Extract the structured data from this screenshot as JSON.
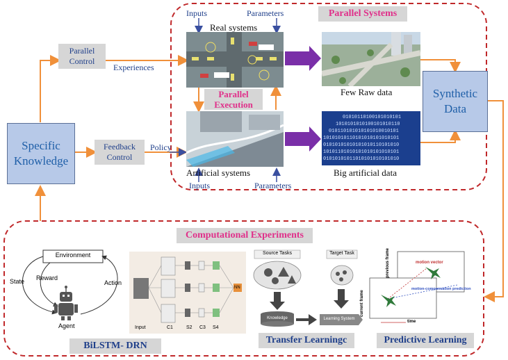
{
  "left_box": {
    "label": "Specific Knowledge"
  },
  "parallel_control": {
    "label": "Parallel Control"
  },
  "feedback_control": {
    "label": "Feedback Control"
  },
  "experiences": "Experiences",
  "policy": "Policy",
  "parallel_systems": {
    "title": "Parallel Systems",
    "real_systems": "Real systems",
    "artificial_systems": "Artificial systems",
    "parallel_execution": "Parallel Execution",
    "inputs_top": "Inputs",
    "parameters_top": "Parameters",
    "inputs_bottom": "Inputs",
    "parameters_bottom": "Parameters",
    "few_raw_data": "Few Raw data",
    "big_artificial_data": "Big artificial data"
  },
  "synthetic_data": {
    "label": "Synthetic Data"
  },
  "computational_experiments": {
    "title": "Computational Experiments",
    "bilstm_label": "BiLSTM- DRN",
    "transfer_label": "Transfer Learningc",
    "predictive_label": "Predictive Learning",
    "rl": {
      "environment": "Environment",
      "state": "State",
      "reward": "Reward",
      "action": "Action",
      "agent": "Agent"
    },
    "network": {
      "input": "Input",
      "c1": "C1",
      "s2": "S2",
      "c3": "C3",
      "s4": "S4",
      "nn": "NN"
    },
    "transfer": {
      "source_tasks": "Source Tasks",
      "target_task": "Target Task",
      "knowledge": "Knowledge",
      "learning_system": "Learning System"
    },
    "predictive": {
      "previous_frame": "previous frame",
      "current_frame": "current frame",
      "motion_vector": "motion vector",
      "motion_compensation": "motion-compensation prediction",
      "time": "time"
    }
  },
  "colors": {
    "orange": "#f0903a",
    "purple": "#7a2fa8",
    "dashed_red": "#c0282a",
    "blue_box": "#b7c9e8",
    "pink_title": "#e0308a"
  }
}
